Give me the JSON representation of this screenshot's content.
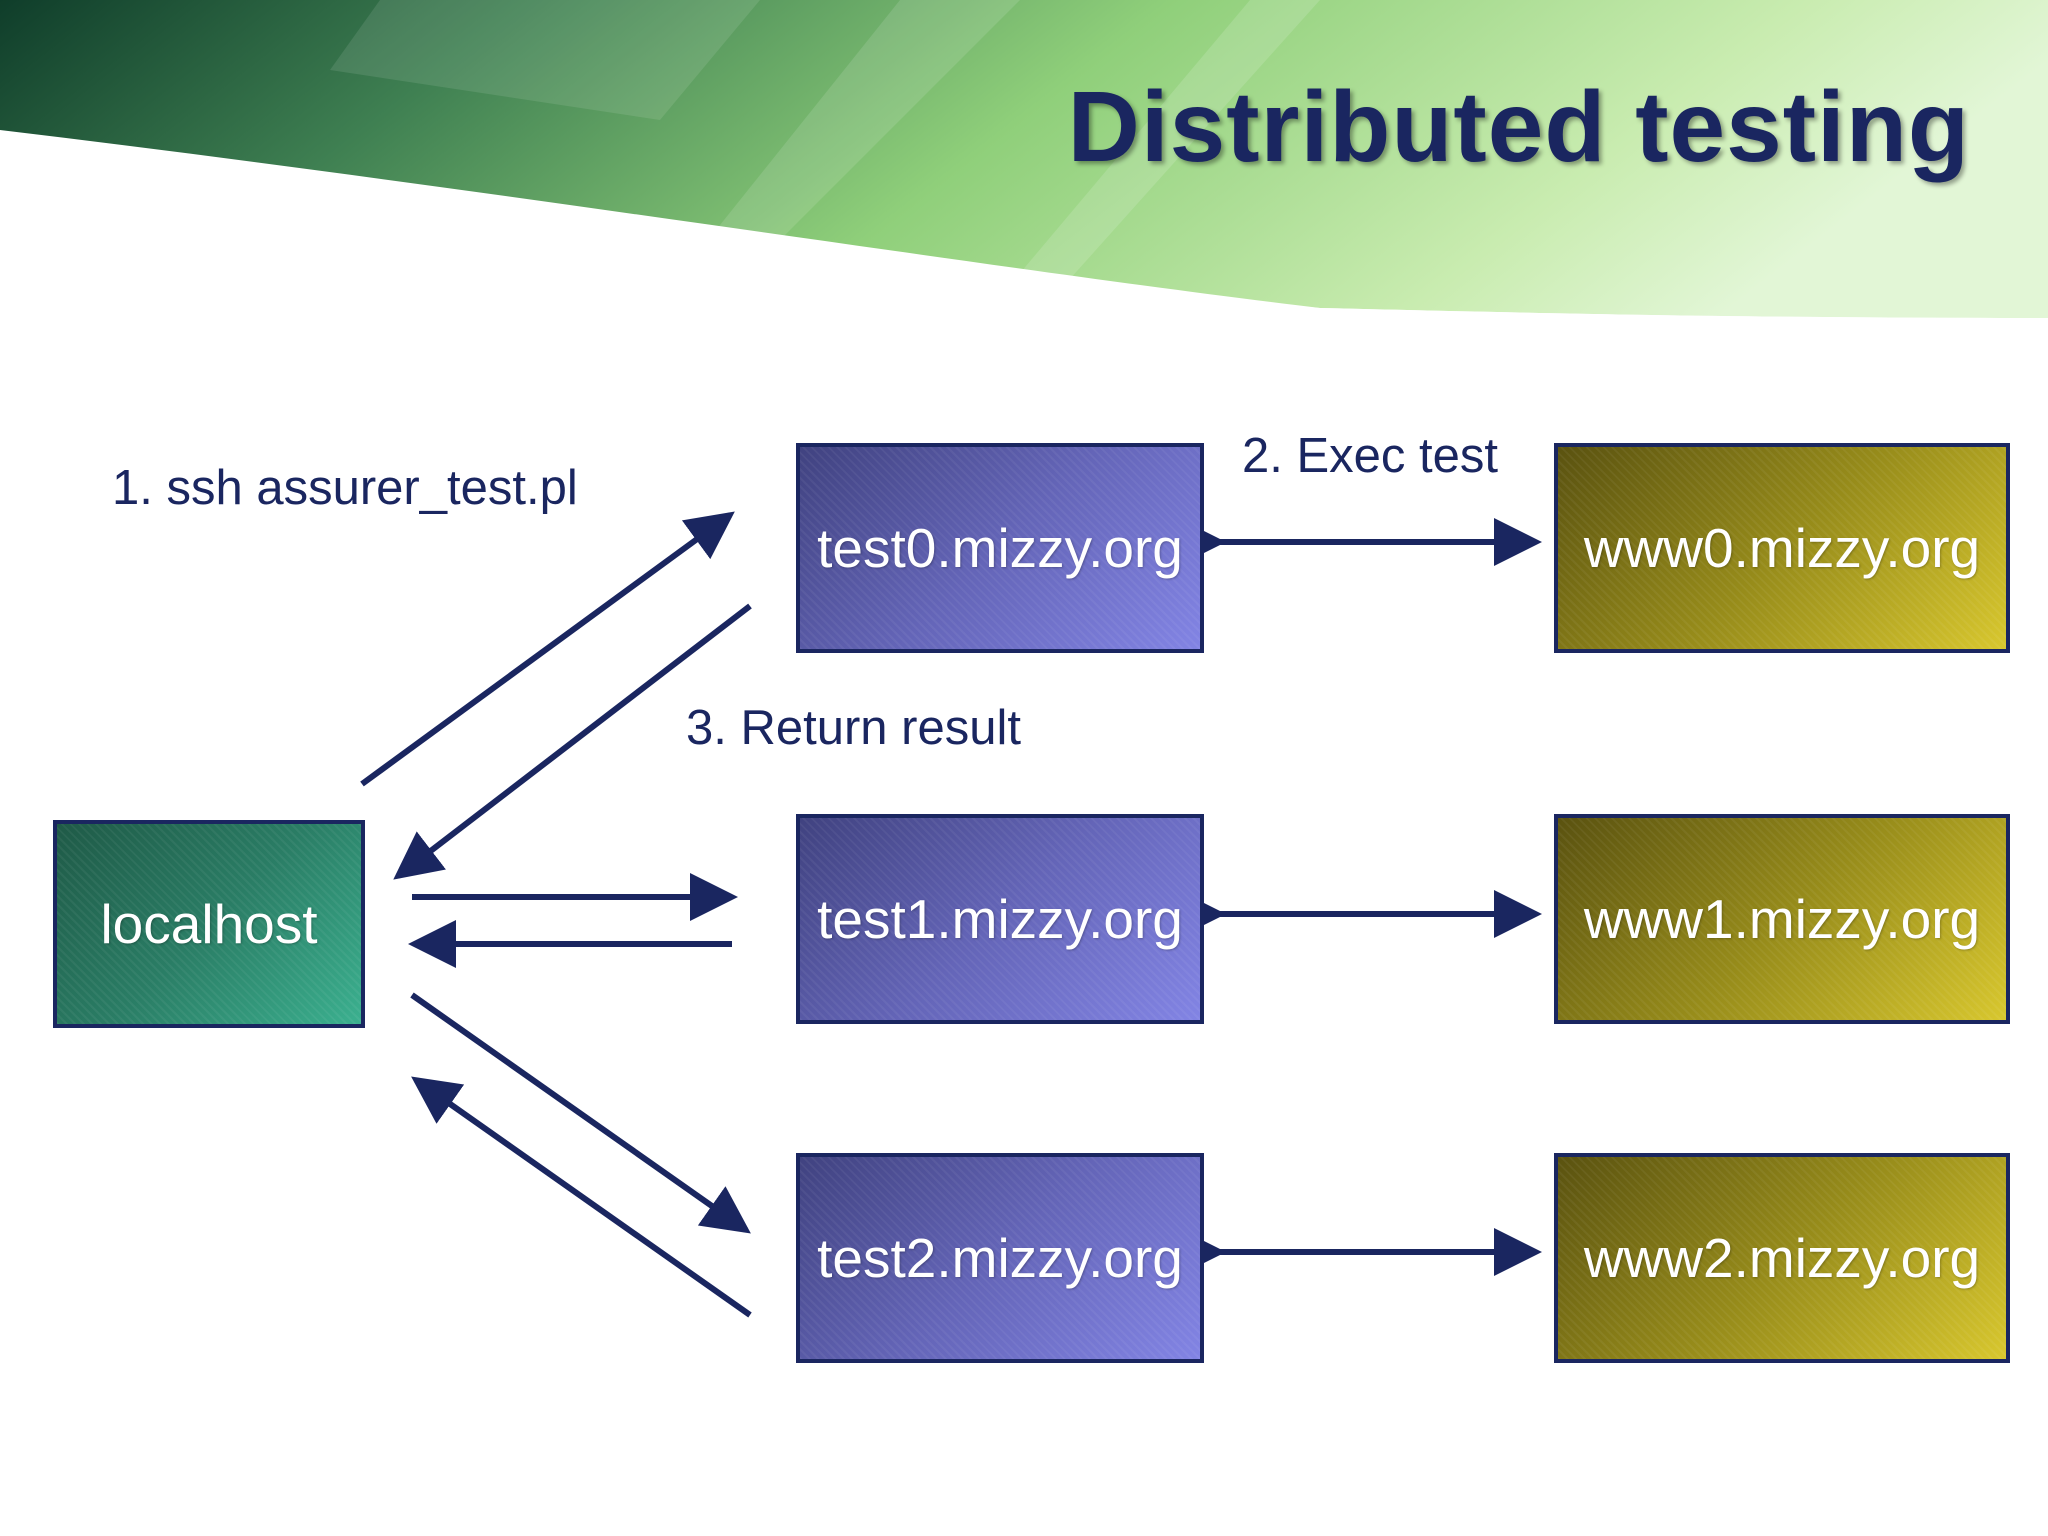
{
  "title": "Distributed testing",
  "colors": {
    "arrow": "#1a2660",
    "title": "#1a2660",
    "localhost_fill": "#2a7d65",
    "test_fill": "#6465b8",
    "www_fill": "#968b1a"
  },
  "nodes": {
    "localhost": "localhost",
    "test0": "test0.mizzy.org",
    "test1": "test1.mizzy.org",
    "test2": "test2.mizzy.org",
    "www0": "www0.mizzy.org",
    "www1": "www1.mizzy.org",
    "www2": "www2.mizzy.org"
  },
  "labels": {
    "step1": "1. ssh assurer_test.pl",
    "step2": "2. Exec test",
    "step3": "3. Return result"
  }
}
